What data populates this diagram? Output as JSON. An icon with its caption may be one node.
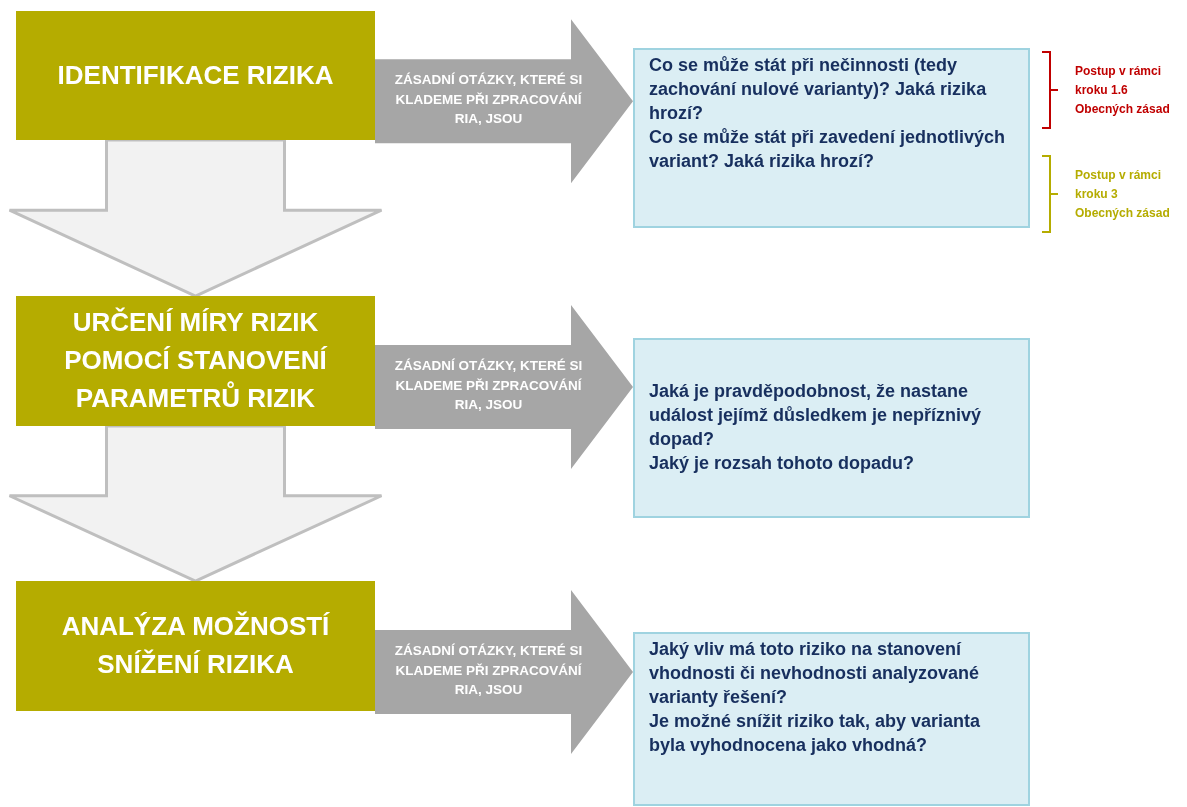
{
  "diagram": {
    "nodes": [
      {
        "text": [
          "IDENTIFIKACE RIZIKA"
        ]
      },
      {
        "text": [
          "Co se může stát při nečinnosti (tedy zachování nulové varianty)? Jaká rizika hrozí?",
          "Co se může stát při zavedení jednotlivých variant? Jaká rizika hrozí?"
        ],
        "beside": [
          "Postup v rámci kroku 1.6 Obecných zásad",
          "Postup v rámci kroku 3 Obecných zásad"
        ]
      },
      {
        "text": [
          "URČENÍ MÍRY RIZIK POMOCÍ STANOVENÍ PARAMETRŮ RIZIK"
        ]
      },
      {
        "text": [
          "Jaká je pravděpodobnost, že nastane událost jejímž důsledkem je nepříznivý dopad?",
          "Jaký je rozsah tohoto dopadu?"
        ]
      },
      {
        "text": [
          "ANALÝZA MOŽNOSTÍ SNÍŽENÍ RIZIKA"
        ]
      },
      {
        "text": [
          "Jaký vliv má toto riziko na stanovení vhodnosti či nevhodnosti analyzované varianty řešení?",
          "Je možné snížit riziko tak, aby varianta byla vyhodnocena jako vhodná?"
        ]
      }
    ],
    "edges": [
      {
        "from": 0,
        "to": 2,
        "arrow": "to",
        "style": "thick",
        "color": "#f2f2f2"
      },
      {
        "from": 2,
        "to": 4,
        "arrow": "to",
        "style": "thick",
        "color": "#f2f2f2"
      },
      {
        "from": 0,
        "to": 1,
        "arrow": "to",
        "label": "ZÁSADNÍ OTÁZKY, KTERÉ SI KLADEME PŘI ZPRACOVÁNÍ RIA, JSOU",
        "style": "thick",
        "color": "#a6a6a6"
      },
      {
        "from": 2,
        "to": 3,
        "arrow": "to",
        "label": "ZÁSADNÍ OTÁZKY, KTERÉ SI KLADEME PŘI ZPRACOVÁNÍ RIA, JSOU",
        "style": "thick",
        "color": "#a6a6a6"
      },
      {
        "from": 4,
        "to": 5,
        "arrow": "to",
        "label": "ZÁSADNÍ OTÁZKY, KTERÉ SI KLADEME PŘI ZPRACOVÁNÍ RIA, JSOU",
        "style": "thick",
        "color": "#a6a6a6"
      }
    ]
  }
}
